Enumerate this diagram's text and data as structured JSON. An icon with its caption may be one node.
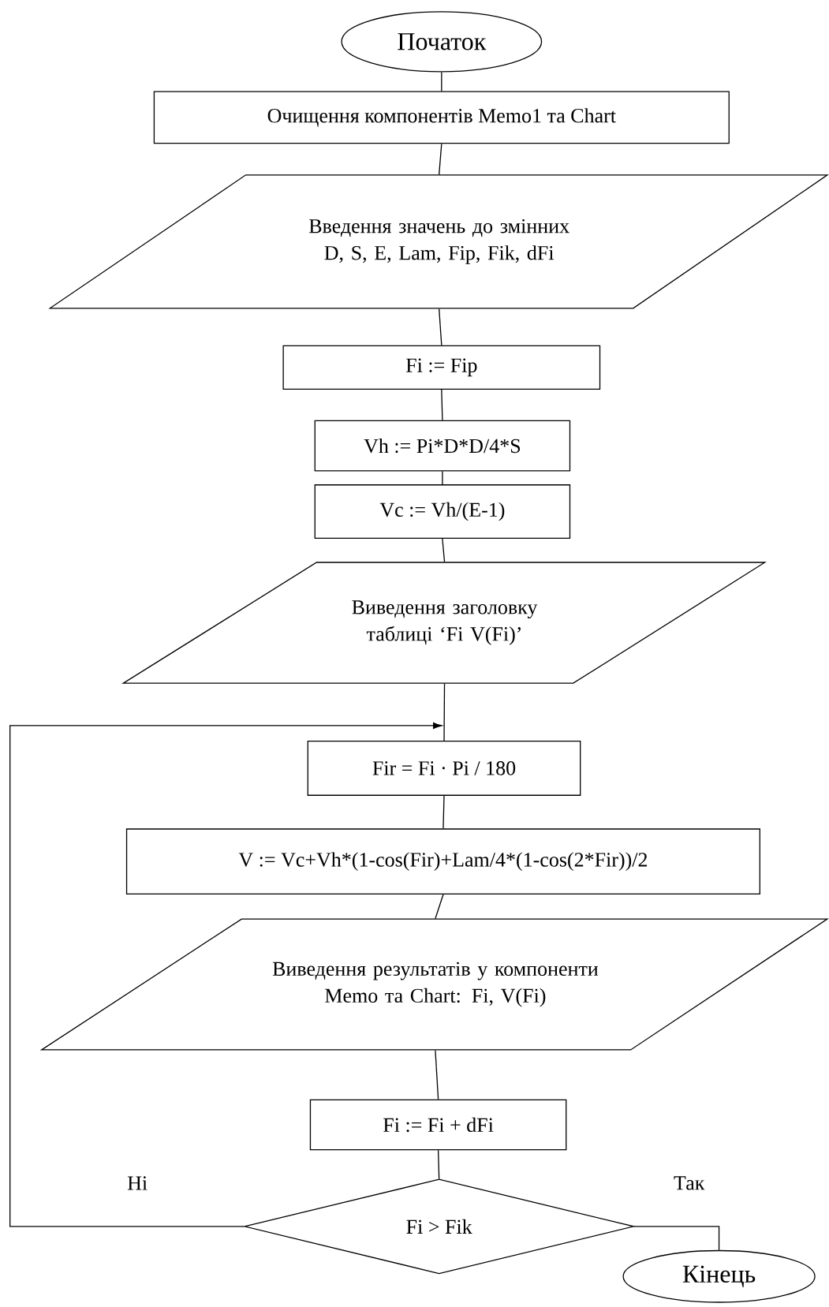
{
  "diagram": {
    "nodes": [
      {
        "text": [
          "Початок"
        ]
      },
      {
        "text": [
          "Очищення компонентів Memo1 та Chart"
        ]
      },
      {
        "text": [
          "Введення значень до змінних D, S, E, Lam, Fip, Fik, dFi"
        ]
      },
      {
        "text": [
          "Fi := Fip"
        ]
      },
      {
        "text": [
          "Vh := Pi*D*D/4*S"
        ]
      },
      {
        "text": [
          "Vc := Vh/(E-1)"
        ]
      },
      {
        "text": [
          "Виведення заголовку таблиці ‘Fi V(Fi)’"
        ]
      },
      {
        "text": [
          "Fir = Fi · Pi / 180"
        ]
      },
      {
        "text": [
          "V := Vc+Vh*(1-cos(Fir)+Lam/4*(1-cos(2*Fir))/2"
        ]
      },
      {
        "text": [
          "Виведення результатів у компоненти Memo та Chart: Fi, V(Fi)"
        ]
      },
      {
        "text": [
          "Fi := Fi + dFi"
        ]
      },
      {
        "text": [
          "Fi > Fik"
        ]
      },
      {
        "text": [
          "Кінець"
        ]
      }
    ],
    "edges": [
      {
        "from": 0,
        "to": 1,
        "arrow": "none"
      },
      {
        "from": 1,
        "to": 2,
        "arrow": "none"
      },
      {
        "from": 2,
        "to": 3,
        "arrow": "none"
      },
      {
        "from": 3,
        "to": 4,
        "arrow": "none"
      },
      {
        "from": 4,
        "to": 5,
        "arrow": "none"
      },
      {
        "from": 5,
        "to": 6,
        "arrow": "none"
      },
      {
        "from": 6,
        "to": 7,
        "arrow": "none"
      },
      {
        "from": 7,
        "to": 8,
        "arrow": "none"
      },
      {
        "from": 8,
        "to": 9,
        "arrow": "none"
      },
      {
        "from": 9,
        "to": 10,
        "arrow": "none"
      },
      {
        "from": 10,
        "to": 11,
        "arrow": "none"
      },
      {
        "from": 11,
        "to": 7,
        "arrow": "to",
        "label": "Ні"
      },
      {
        "from": 11,
        "to": 12,
        "arrow": "none",
        "label": "Так"
      }
    ]
  }
}
